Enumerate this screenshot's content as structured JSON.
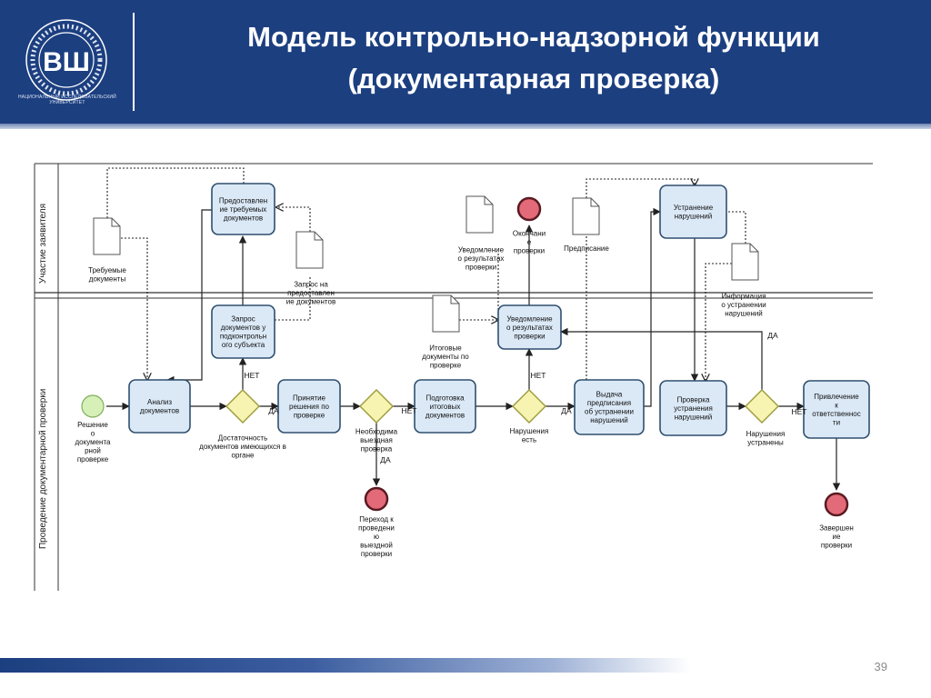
{
  "header": {
    "title_line1": "Модель контрольно-надзорной функции",
    "title_line2": "(документарная проверка)",
    "logo_caption": "НАЦИОНАЛЬНЫЙ ИССЛЕДОВАТЕЛЬСКИЙ УНИВЕРСИТЕТ",
    "logo_monogram": "ВШ"
  },
  "footer": {
    "page_number": "39"
  },
  "colors": {
    "header_bg": "#1c3f80",
    "task_fill": "#dbe9f7",
    "task_stroke": "#2f4f6f",
    "gateway_fill": "#f7f3b0",
    "start_fill": "#d6f0b8",
    "end_fill": "#e36a78"
  },
  "lanes": {
    "lane1": "Участие заявителя",
    "lane2": "Проведение документарной проверки"
  },
  "tasks": {
    "provide_docs": [
      "Предоставлен",
      "ие требуемых",
      "документов"
    ],
    "request_docs": [
      "Запрос",
      "документов у",
      "подконтрольн",
      "ого субъекта"
    ],
    "analysis": [
      "Анализ",
      "документов"
    ],
    "decision": [
      "Принятие",
      "решения по",
      "проверке"
    ],
    "prepare_docs": [
      "Подготовка",
      "итоговых",
      "документов"
    ],
    "notify": [
      "Уведомление",
      "о результатах",
      "проверки"
    ],
    "issue_order": [
      "Выдача",
      "предписания",
      "об устранении",
      "нарушений"
    ],
    "eliminate": [
      "Устранение",
      "нарушений"
    ],
    "check_elim": [
      "Проверка",
      "устранения",
      "нарушений"
    ],
    "liability": [
      "Привлечение",
      "к",
      "ответственнос",
      "ти"
    ]
  },
  "documents": {
    "required": [
      "Требуемые",
      "документы"
    ],
    "request": [
      "Запрос на",
      "предоставлен",
      "ие документов"
    ],
    "notification": [
      "Уведомление",
      "о результатах",
      "проверки"
    ],
    "order": [
      "Предписание"
    ],
    "final": [
      "Итоговые",
      "документы по",
      "проверке"
    ],
    "info": [
      "Информация",
      "о устранении",
      "нарушений"
    ]
  },
  "gateways": {
    "sufficiency": [
      "Достаточность",
      "документов имеющихся в",
      "органе"
    ],
    "onsite": [
      "Необходима",
      "выездная",
      "проверка"
    ],
    "violations": [
      "Нарушения",
      "есть"
    ],
    "eliminated": [
      "Нарушения",
      "устранены"
    ]
  },
  "events": {
    "start": [
      "Решение",
      "о",
      "документа",
      "рной",
      "проверке"
    ],
    "end_top": [
      "Окончани",
      "е",
      "проверки"
    ],
    "end_onsite": [
      "Переход к",
      "проведени",
      "ю",
      "выездной",
      "проверки"
    ],
    "end_final": [
      "Завершен",
      "ие",
      "проверки"
    ]
  },
  "flow_labels": {
    "no": "НЕТ",
    "yes": "ДА"
  }
}
